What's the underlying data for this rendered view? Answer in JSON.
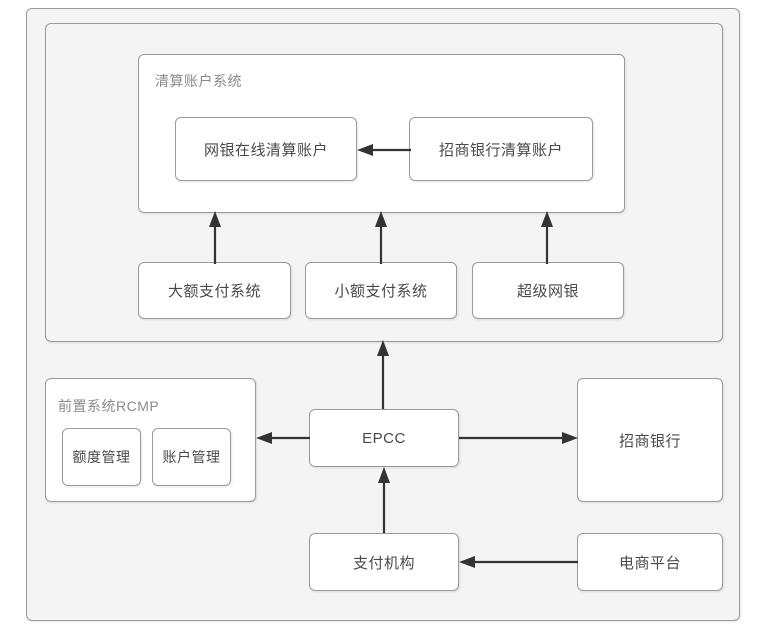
{
  "diagram": {
    "title_text": "",
    "colors": {
      "box_border": "#9b9b9b",
      "box_fill": "#ffffff",
      "frame_fill": "#f4f4f4",
      "text": "#4a4a4a",
      "label_text": "#8a8a8a",
      "arrow": "#333333"
    },
    "frames": {
      "outer": {
        "name": "outer-container"
      },
      "upper": {
        "name": "upper-section"
      }
    },
    "groups": [
      {
        "id": "clearing-account-system",
        "label": "清算账户系统"
      },
      {
        "id": "front-end-system-rcmp",
        "label": "前置系统RCMP"
      }
    ],
    "nodes": [
      {
        "id": "online-banking-clearing-account",
        "label": "网银在线清算账户"
      },
      {
        "id": "cmb-clearing-account",
        "label": "招商银行清算账户"
      },
      {
        "id": "large-value-payment-system",
        "label": "大额支付系统"
      },
      {
        "id": "small-value-payment-system",
        "label": "小额支付系统"
      },
      {
        "id": "super-online-banking",
        "label": "超级网银"
      },
      {
        "id": "quota-management",
        "label": "额度管理"
      },
      {
        "id": "account-management",
        "label": "账户管理"
      },
      {
        "id": "epcc",
        "label": "EPCC"
      },
      {
        "id": "cmb",
        "label": "招商银行"
      },
      {
        "id": "payment-institution",
        "label": "支付机构"
      },
      {
        "id": "ecommerce-platform",
        "label": "电商平台"
      }
    ],
    "edges": [
      {
        "from": "cmb-clearing-account",
        "to": "online-banking-clearing-account",
        "direction": "left"
      },
      {
        "from": "large-value-payment-system",
        "to": "clearing-account-system",
        "direction": "up"
      },
      {
        "from": "small-value-payment-system",
        "to": "clearing-account-system",
        "direction": "up"
      },
      {
        "from": "super-online-banking",
        "to": "clearing-account-system",
        "direction": "up"
      },
      {
        "from": "epcc",
        "to": "upper-section",
        "direction": "up"
      },
      {
        "from": "epcc",
        "to": "front-end-system-rcmp",
        "direction": "left"
      },
      {
        "from": "epcc",
        "to": "cmb",
        "direction": "right"
      },
      {
        "from": "payment-institution",
        "to": "epcc",
        "direction": "up"
      },
      {
        "from": "ecommerce-platform",
        "to": "payment-institution",
        "direction": "left"
      }
    ]
  }
}
